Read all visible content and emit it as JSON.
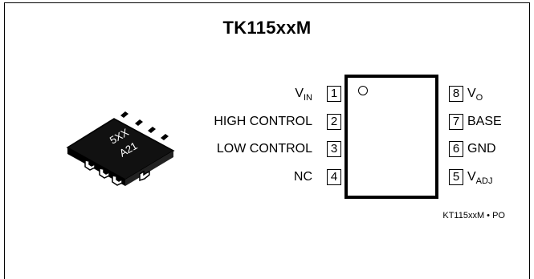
{
  "title": "TK115xxM",
  "chip_marking": {
    "line1": "5XX",
    "line2": "A21"
  },
  "left_pins": [
    {
      "number": "1",
      "label": "V",
      "sub": "IN"
    },
    {
      "number": "2",
      "label": "HIGH CONTROL",
      "sub": ""
    },
    {
      "number": "3",
      "label": "LOW CONTROL",
      "sub": ""
    },
    {
      "number": "4",
      "label": "NC",
      "sub": ""
    }
  ],
  "right_pins": [
    {
      "number": "8",
      "label": "V",
      "sub": "O"
    },
    {
      "number": "7",
      "label": "BASE",
      "sub": ""
    },
    {
      "number": "6",
      "label": "GND",
      "sub": ""
    },
    {
      "number": "5",
      "label": "V",
      "sub": "ADJ"
    }
  ],
  "footer_code": "KT115xxM • PO"
}
